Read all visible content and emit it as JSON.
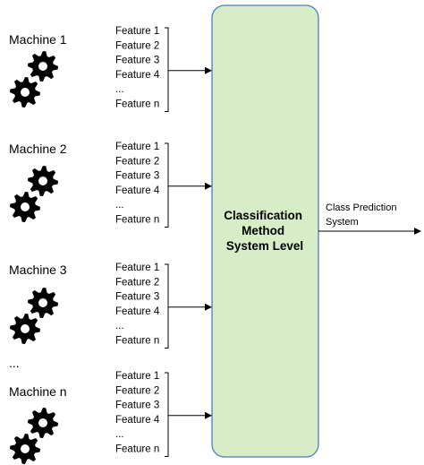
{
  "machines": [
    {
      "label": "Machine 1",
      "features": [
        "Feature 1",
        "Feature 2",
        "Feature 3",
        "Feature 4",
        "...",
        "Feature n"
      ]
    },
    {
      "label": "Machine 2",
      "features": [
        "Feature 1",
        "Feature 2",
        "Feature 3",
        "Feature 4",
        "...",
        "Feature n"
      ]
    },
    {
      "label": "Machine 3",
      "features": [
        "Feature 1",
        "Feature 2",
        "Feature 3",
        "Feature 4",
        "...",
        "Feature n"
      ]
    },
    {
      "label": "Machine n",
      "features": [
        "Feature 1",
        "Feature 2",
        "Feature 3",
        "Feature 4",
        "...",
        "Feature n"
      ]
    }
  ],
  "ellipsis_between_groups": "...",
  "center_box": {
    "lines": [
      "Classification",
      "Method",
      "System Level"
    ],
    "fill_color": "#d6edc8",
    "stroke_color": "#4a7ebb"
  },
  "output": {
    "lines": [
      "Class Prediction",
      "System"
    ]
  },
  "icon": "gears-icon"
}
